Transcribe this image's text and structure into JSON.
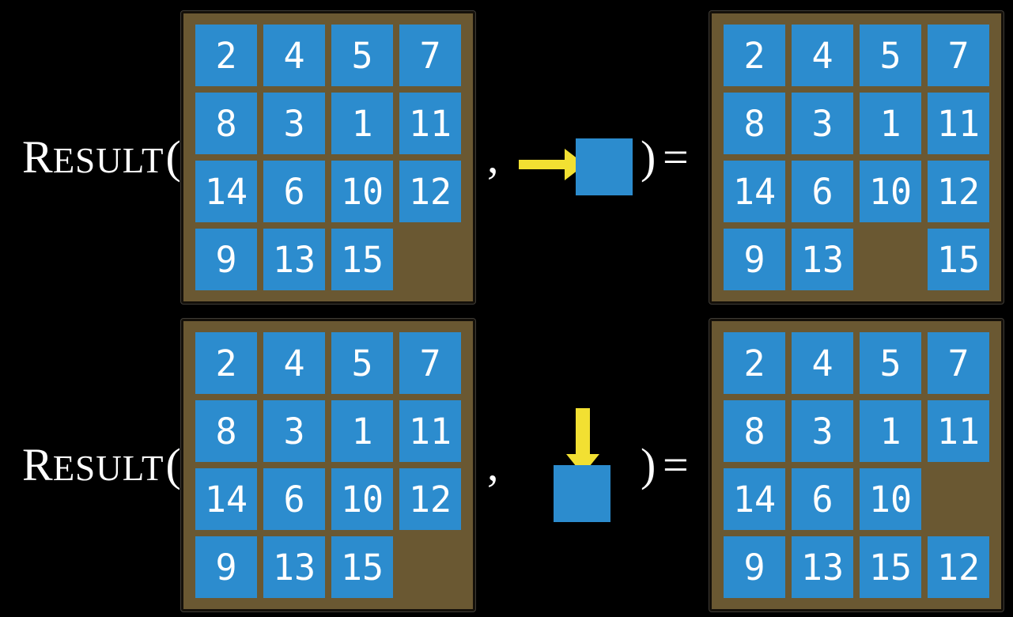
{
  "colors": {
    "background": "#000000",
    "tile_blue": "#2c8cce",
    "board_brown": "#6a5832",
    "board_border": "#14100a",
    "arrow_yellow": "#f2e032",
    "text_white": "#ffffff"
  },
  "notation": {
    "name_initial": "R",
    "name_rest": "ESULT",
    "open_paren": "(",
    "comma": ",",
    "close_paren": ")",
    "equals": "="
  },
  "rows": [
    {
      "action_direction": "right",
      "before": [
        [
          "2",
          "4",
          "5",
          "7"
        ],
        [
          "8",
          "3",
          "1",
          "11"
        ],
        [
          "14",
          "6",
          "10",
          "12"
        ],
        [
          "9",
          "13",
          "15",
          ""
        ]
      ],
      "after": [
        [
          "2",
          "4",
          "5",
          "7"
        ],
        [
          "8",
          "3",
          "1",
          "11"
        ],
        [
          "14",
          "6",
          "10",
          "12"
        ],
        [
          "9",
          "13",
          "",
          "15"
        ]
      ]
    },
    {
      "action_direction": "down",
      "before": [
        [
          "2",
          "4",
          "5",
          "7"
        ],
        [
          "8",
          "3",
          "1",
          "11"
        ],
        [
          "14",
          "6",
          "10",
          "12"
        ],
        [
          "9",
          "13",
          "15",
          ""
        ]
      ],
      "after": [
        [
          "2",
          "4",
          "5",
          "7"
        ],
        [
          "8",
          "3",
          "1",
          "11"
        ],
        [
          "14",
          "6",
          "10",
          ""
        ],
        [
          "9",
          "13",
          "15",
          "12"
        ]
      ]
    }
  ]
}
